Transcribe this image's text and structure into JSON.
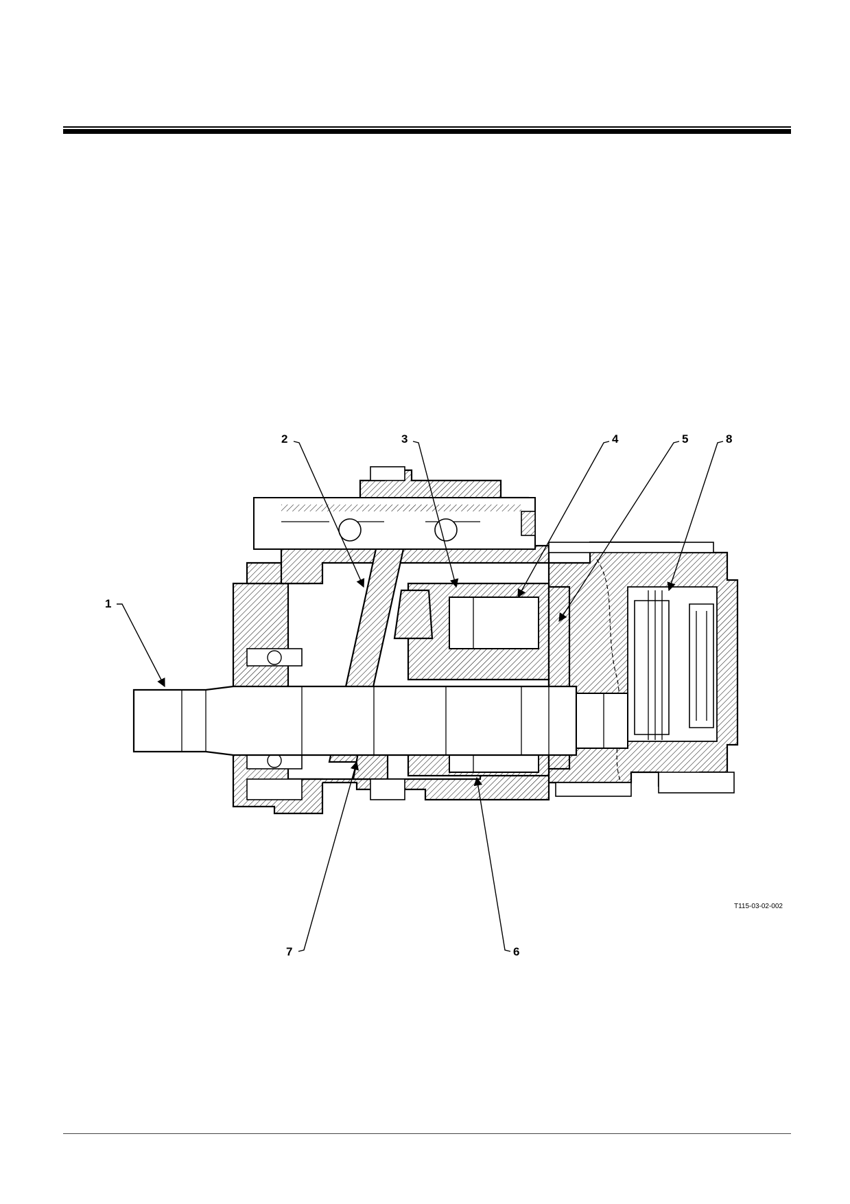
{
  "diagram": {
    "figure_ref": "T115-03-02-002",
    "callouts": [
      {
        "id": "1",
        "label": "1"
      },
      {
        "id": "2",
        "label": "2"
      },
      {
        "id": "3",
        "label": "3"
      },
      {
        "id": "4",
        "label": "4"
      },
      {
        "id": "5",
        "label": "5"
      },
      {
        "id": "6",
        "label": "6"
      },
      {
        "id": "7",
        "label": "7"
      },
      {
        "id": "8",
        "label": "8"
      }
    ]
  }
}
